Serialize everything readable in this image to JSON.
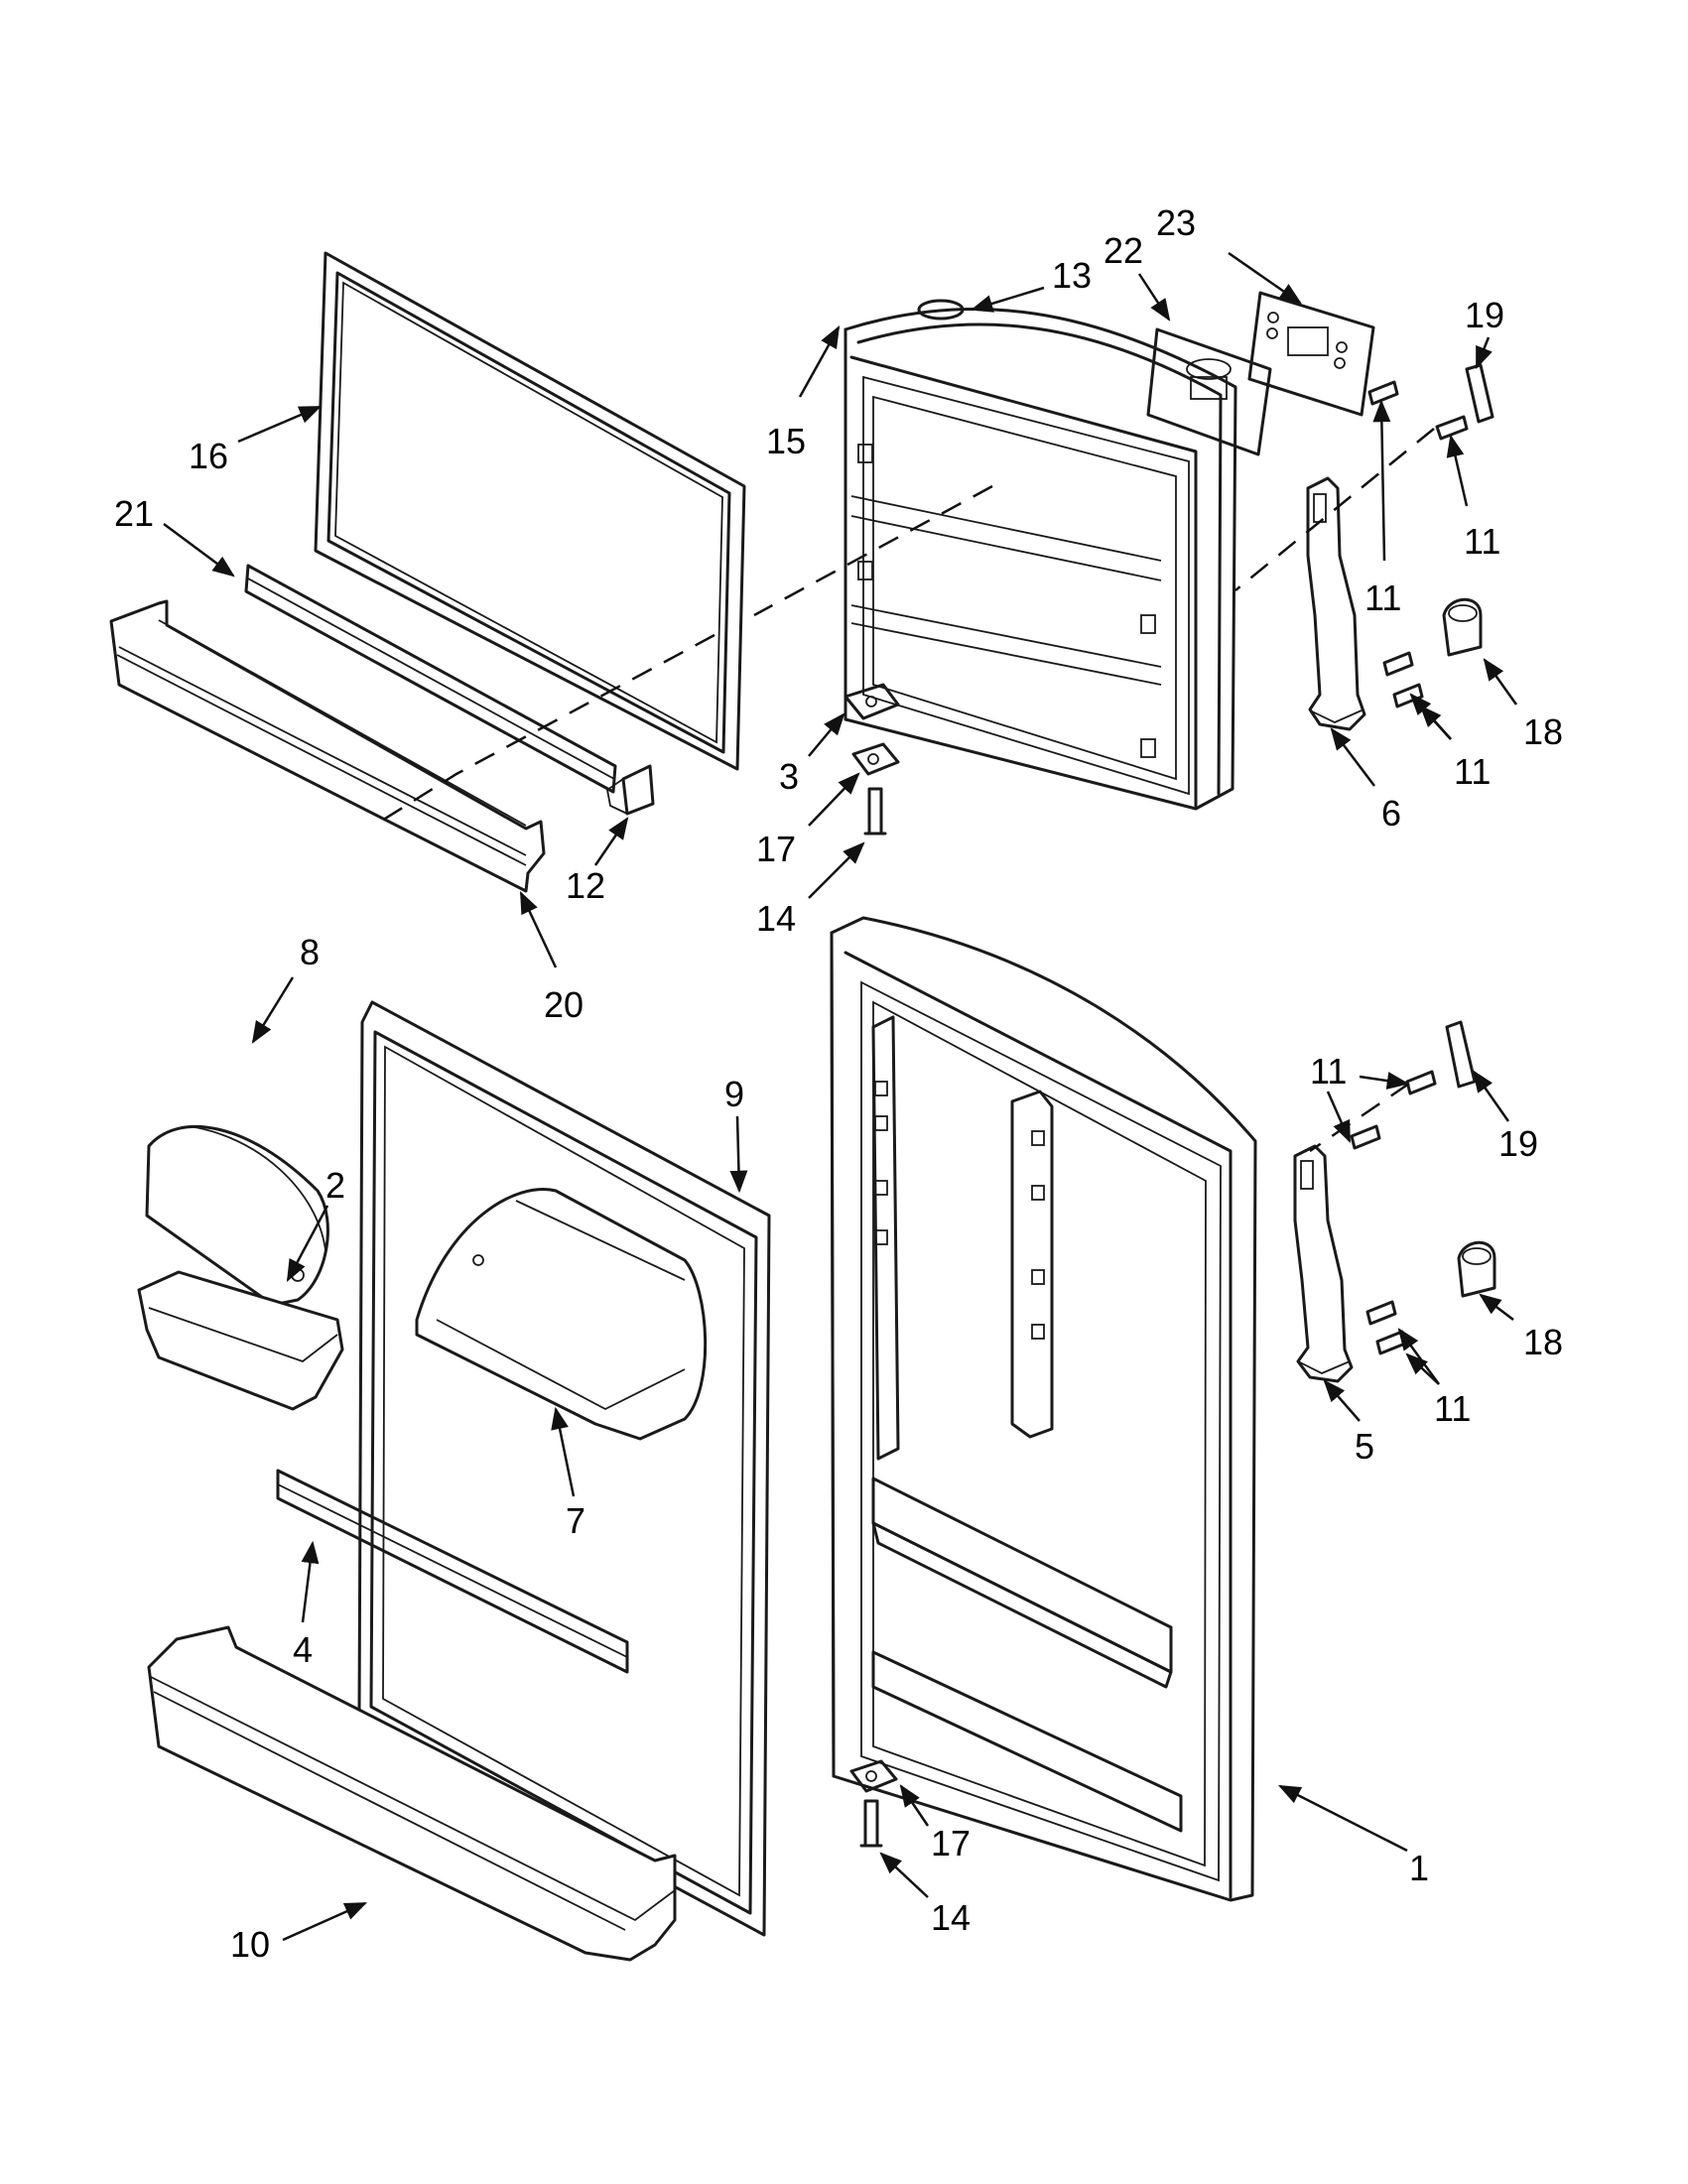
{
  "diagram": {
    "callouts": {
      "c23": "23",
      "c22": "22",
      "c13": "13",
      "c19a": "19",
      "c15": "15",
      "c16": "16",
      "c21": "21",
      "c11a": "11",
      "c11b": "11",
      "c18a": "18",
      "c3": "3",
      "c11c": "11",
      "c6": "6",
      "c17a": "17",
      "c12": "12",
      "c14a": "14",
      "c20": "20",
      "c8": "8",
      "c9": "9",
      "c11d": "11",
      "c19b": "19",
      "c2": "2",
      "c18b": "18",
      "c11e": "11",
      "c5": "5",
      "c7": "7",
      "c4": "4",
      "c17b": "17",
      "c1": "1",
      "c14b": "14",
      "c10": "10"
    }
  }
}
